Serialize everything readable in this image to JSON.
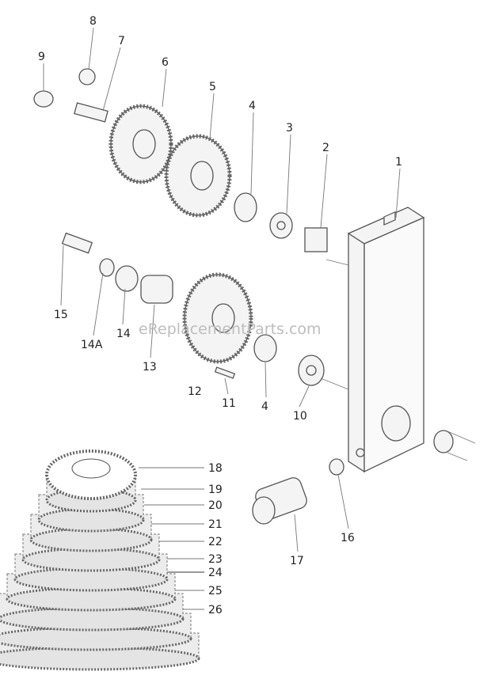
{
  "watermark": "eReplacementParts.com",
  "part_labels": [
    "8",
    "9",
    "7",
    "6",
    "5",
    "4",
    "3",
    "2",
    "1",
    "15",
    "14A",
    "14",
    "13",
    "12",
    "11",
    "4",
    "10",
    "18",
    "19",
    "20",
    "21",
    "22",
    "23",
    "24",
    "25",
    "26",
    "16",
    "17"
  ]
}
